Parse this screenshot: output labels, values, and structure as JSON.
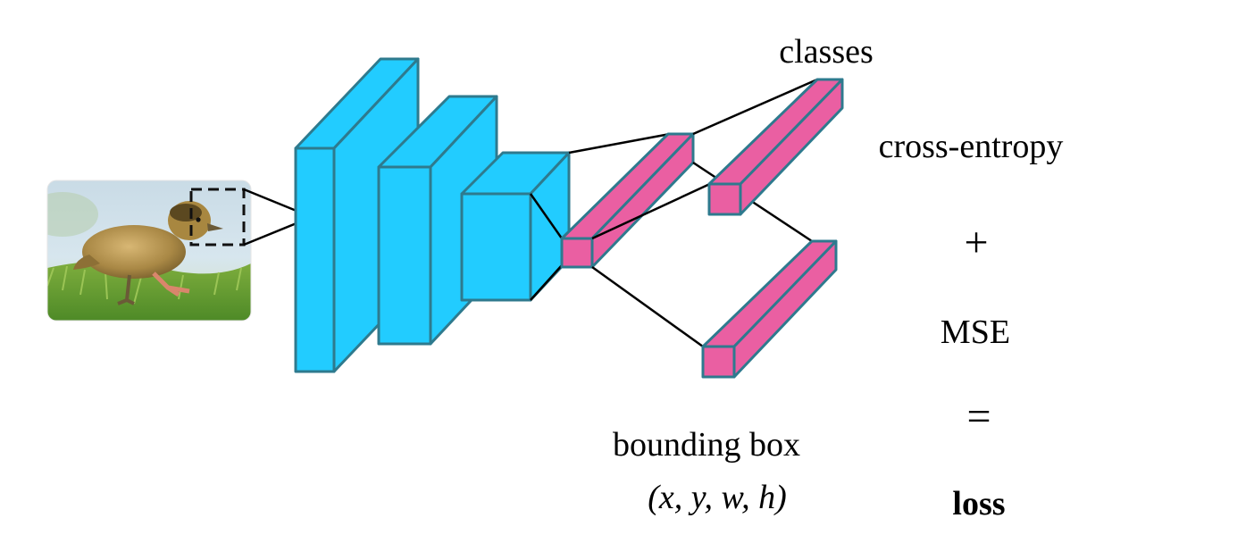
{
  "input_image": {
    "subject_icon": "duckling-photo-icon",
    "region_marker": "dashed-region-box"
  },
  "layers": {
    "conv_color": "#22ccff",
    "fc_color": "#ea5fa2",
    "edge_color": "#2e7a8e",
    "count_conv_blocks": 3,
    "count_fc_blocks": 3
  },
  "labels": {
    "classes": "classes",
    "cross_entropy": "cross-entropy",
    "plus": "+",
    "mse": "MSE",
    "equals": "=",
    "loss": "loss",
    "bounding_box": "bounding box",
    "bbox_coords": "(x, y, w, h)"
  }
}
